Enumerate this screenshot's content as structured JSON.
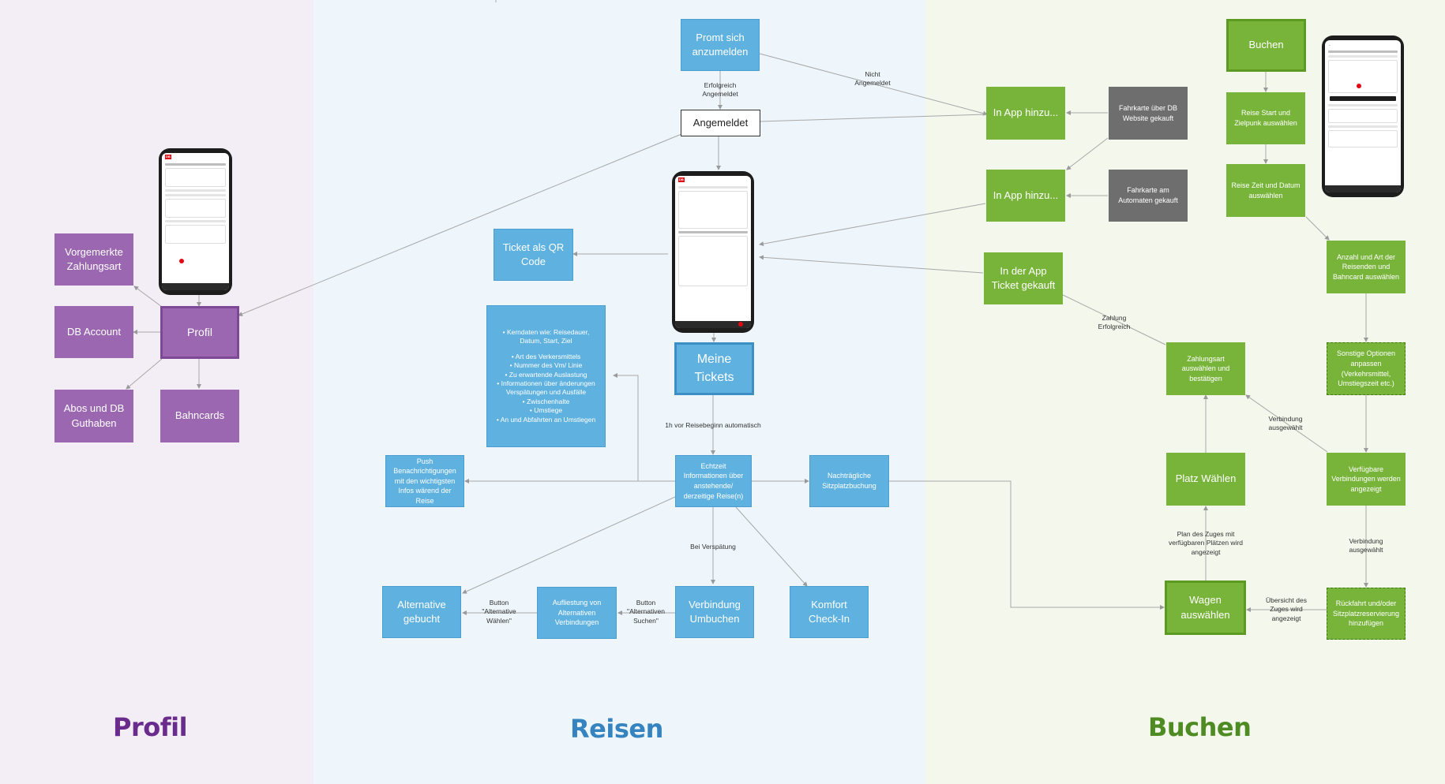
{
  "zones": {
    "profil": {
      "title": "Profil",
      "title_color": "#6a2c8c",
      "bg": "#f3eef6"
    },
    "reisen": {
      "title": "Reisen",
      "title_color": "#3583bf",
      "bg": "#eef6fb"
    },
    "buchen": {
      "title": "Buchen",
      "title_color": "#4e8b23",
      "bg": "#f3f7ec"
    }
  },
  "colors": {
    "purple": "#9b67b1",
    "blue": "#5fb2e0",
    "green": "#78b43a",
    "gray": "#6e6e6e",
    "edge": "#9a9a9a"
  },
  "nodes": {
    "vorgemerkte_zahlungsart": "Vorgemerkte Zahlungsart",
    "db_account": "DB Account",
    "profil": "Profil",
    "abos_guthaben": "Abos und DB Guthaben",
    "bahncards": "Bahncards",
    "promt_anmelden": "Promt sich anzumelden",
    "angemeldet": "Angemeldet",
    "ticket_qr": "Ticket als QR Code",
    "meine_tickets": "Meine Tickets",
    "kerndaten_intro": "Kerndaten wie: Reisedauer, Datum, Start, Ziel",
    "kerndaten_items": [
      "Art des Verkersmittels",
      "Nummer des Vm/ Linie",
      "Zu erwartende Auslastung",
      "Informationen über änderungen Verspätungen und Ausfälle",
      "Zwischenhalte",
      "Umstiege",
      "An und Abfahrten an Umstiegen"
    ],
    "push": "Push Benachrichtigungen mit den wichtigsten Infos wärend der Reise",
    "echtzeit": "Echtzeit Informationen über anstehende/ derzeitige Reise(n)",
    "sitzplatzbuchung": "Nachträgliche Sitzplatzbuchung",
    "alternative_gebucht": "Alternative gebucht",
    "aufliestung": "Aufliestung von Alternativen Verbindungen",
    "verbindung_umbuchen": "Verbindung Umbuchen",
    "komfort_checkin": "Komfort Check-In",
    "app_hinzu_1": "In App hinzu...",
    "app_hinzu_2": "In App hinzu...",
    "fahrkarte_website": "Fahrkarte über DB Website gekauft",
    "fahrkarte_automat": "Fahrkarte am Automaten gekauft",
    "app_ticket_gekauft": "In der App Ticket gekauft",
    "buchen": "Buchen",
    "reise_start_ziel": "Reise Start und Zielpunk auswählen",
    "reise_zeit_datum": "Reise Zeit und Datum auswählen",
    "anzahl_reisende": "Anzahl und Art der Reisenden und Bahncard auswählen",
    "sonstige_optionen": "Sonstige Optionen anpassen (Verkehrsmittel, Umstiegszeit etc.)",
    "verfuegbare_verbindungen": "Verfügbare Verbindungen werden angezeigt",
    "rueckfahrt": "Rückfahrt und/oder Sitzplatzreservierung hinzufügen",
    "wagen_auswaehlen": "Wagen auswählen",
    "platz_waehlen": "Platz Wählen",
    "zahlungsart": "Zahlungsart auswählen und bestätigen"
  },
  "edge_labels": {
    "erfolgreich_angemeldet": "Erfolgreich Angemeldet",
    "nicht_angemeldet": "Nicht Angemeldet",
    "vor_reisebeginn": "1h vor Reisebeginn automatisch",
    "bei_verspaetung": "Bei Verspätung",
    "button_alt_suchen": "Button \"Alternativen Suchen\"",
    "button_alt_waehlen": "Button \"Alternative Wählen\"",
    "zahlung_erfolgreich": "Zahlung Erfolgreich",
    "verbindung_ausgewaehlt_1": "Verbindung ausgewählt",
    "verbindung_ausgewaehlt_2": "Verbindung ausgewählt",
    "plan_des_zuges": "Plan des Zuges mit verfügbaren Plätzen wird angezeigt",
    "uebersicht_zuges": "Übersicht des Zuges wird angezeigt"
  }
}
